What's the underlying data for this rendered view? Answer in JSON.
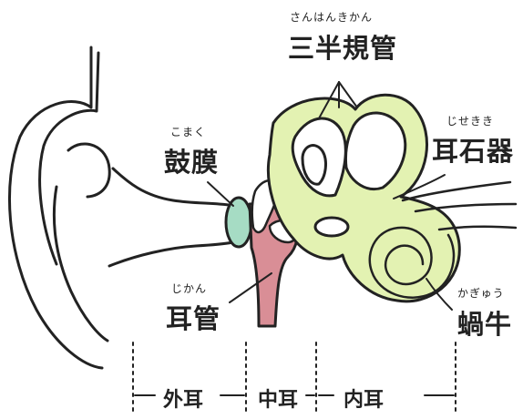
{
  "labels": {
    "semicircular": {
      "ruby": "さんはんきかん",
      "text": "三半規管"
    },
    "eardrum": {
      "ruby": "こまく",
      "text": "鼓膜"
    },
    "otolith": {
      "ruby": "じせきき",
      "text": "耳石器"
    },
    "ear_canal": {
      "ruby": "じかん",
      "text": "耳管"
    },
    "cochlea": {
      "ruby": "かぎゅう",
      "text": "蝸牛"
    }
  },
  "regions": {
    "outer": "外耳",
    "middle": "中耳",
    "inner": "内耳"
  },
  "colors": {
    "inner_ear": "#e3f2b2",
    "eardrum": "#a6dcc4",
    "middle_ear_tube": "#d98e96",
    "outline": "#222222"
  }
}
